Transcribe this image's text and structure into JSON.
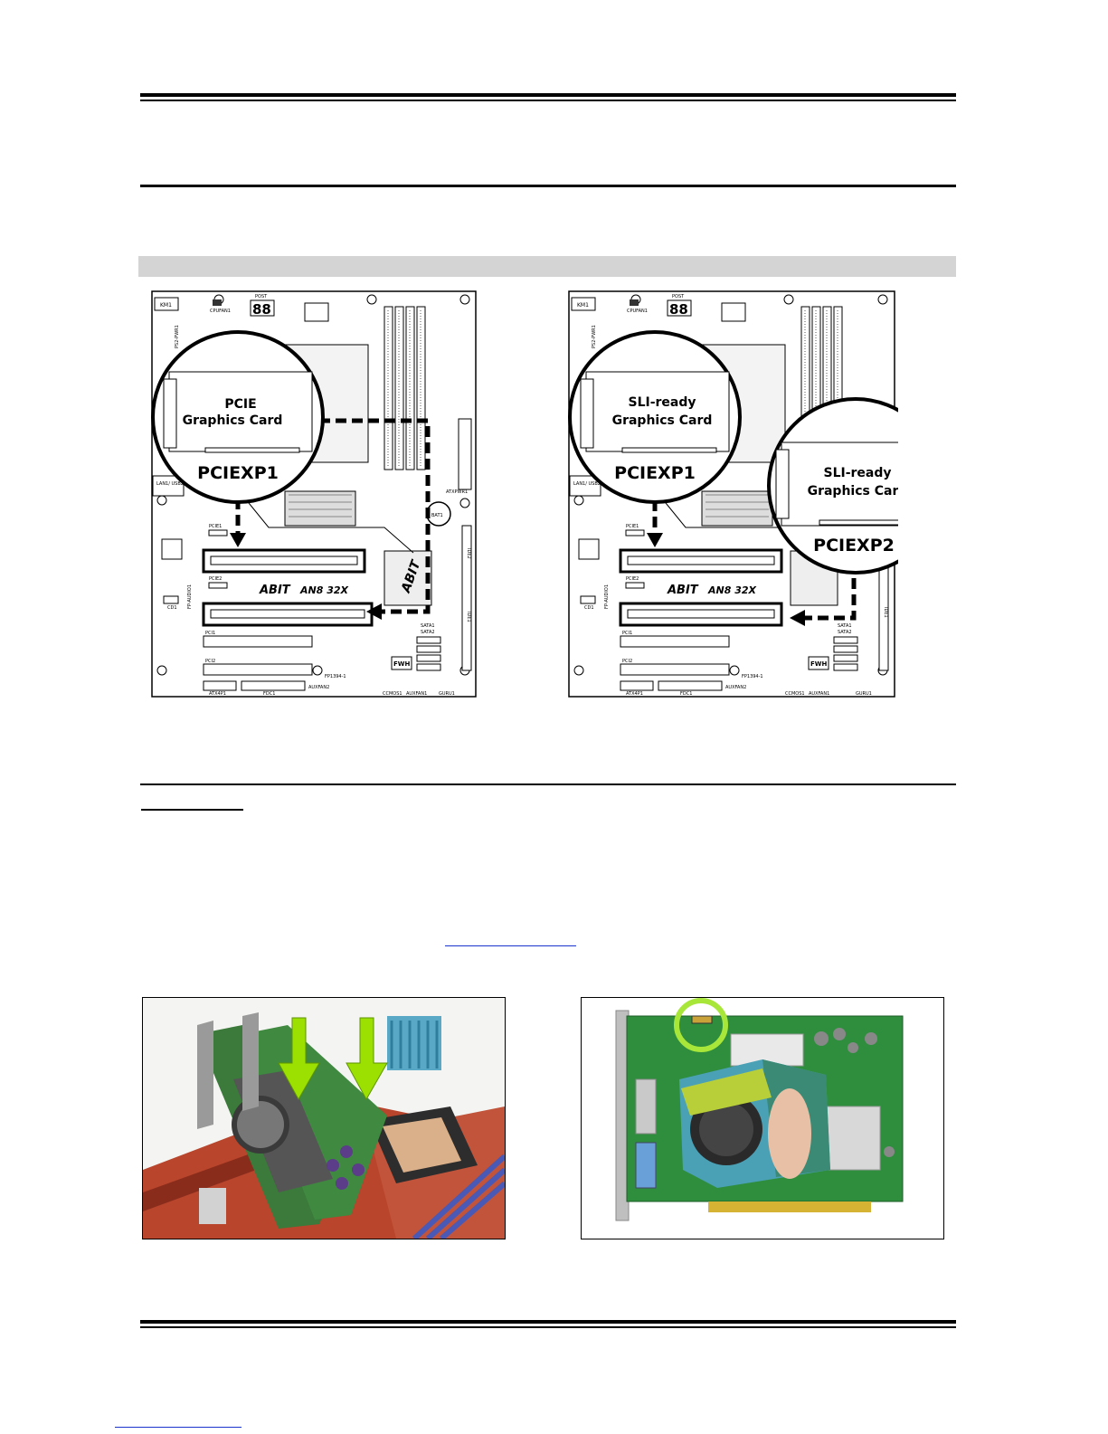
{
  "board1": {
    "callout_line1": "PCIE",
    "callout_line2": "Graphics Card",
    "slot_label": "PCIEXP1",
    "logo": "ABIT",
    "model": "AN8  32X",
    "labels": {
      "km1": "KM1",
      "post": "POST",
      "post_digits": "88",
      "cpufan": "CPUFAN1",
      "ps2": "PS2-PWR1",
      "lan": "LAN1/ USB2",
      "pcie1": "PCIE1",
      "pcie2": "PCIE2",
      "pci1": "PCI1",
      "pci2": "PCI2",
      "fwh": "FWH",
      "sata1": "SATA1",
      "sata2": "SATA2",
      "atxpwr": "ATXPWR1",
      "fdc": "FDC1",
      "auxfan2": "AUXFAN2",
      "ccmos": "CCMOS1",
      "auxfan1": "AUXFAN1",
      "guru": "GURU1",
      "cd1": "CD1",
      "fpaudio": "FP-AUDIO1",
      "ide1": "IDE1",
      "ide2": "IDE2",
      "bat": "BAT1",
      "atx12v": "ATX4P1",
      "fp1394": "FP1394-1"
    }
  },
  "board2": {
    "callout1_line1": "SLI-ready",
    "callout1_line2": "Graphics Card",
    "slot1_label": "PCIEXP1",
    "callout2_line1": "SLI-ready",
    "callout2_line2": "Graphics Card",
    "slot2_label": "PCIEXP2",
    "logo": "ABIT",
    "model": "AN8  32X",
    "labels": {
      "km1": "KM1",
      "post": "POST",
      "post_digits": "88",
      "cpufan": "CPUFAN1",
      "ps2": "PS2-PWR1",
      "lan": "LAN1/ USB2",
      "pcie1": "PCIE1",
      "pcie2": "PCIE2",
      "pci1": "PCI1",
      "pci2": "PCI2",
      "fwh": "FWH",
      "sata1": "SATA1",
      "sata2": "SATA2",
      "atxpwr": "ATX4P1",
      "fdc": "FDC1",
      "auxfan2": "AUXFAN2",
      "ccmos": "CCMOS1",
      "auxfan1": "AUXFAN1",
      "guru": "GURU1",
      "cd1": "CD1",
      "fpaudio": "FP-AUDIO1",
      "ide1": "IDE1",
      "fp1394": "FP1394-1"
    }
  },
  "colors": {
    "rule": "#000000",
    "band": "#d4d4d4",
    "link": "#1a33cc",
    "arrow_green": "#9be000",
    "board_outline": "#000000"
  }
}
